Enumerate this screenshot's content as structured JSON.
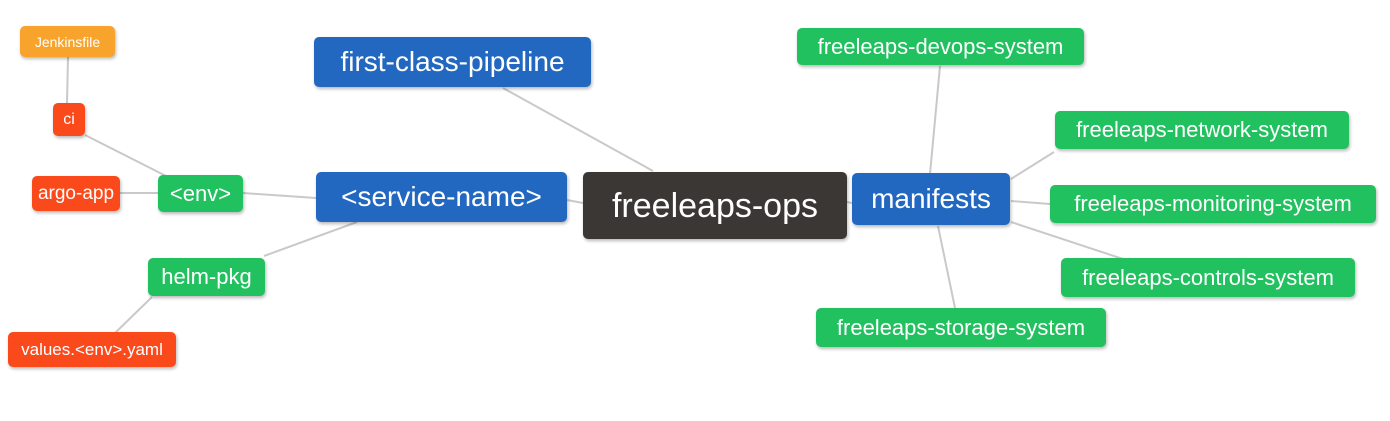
{
  "diagram": {
    "title": "freeleaps-ops mind map",
    "background_color": "#ffffff",
    "line_color": "#c9c9c9",
    "colors": {
      "blue": "#2368c0",
      "green": "#22c160",
      "red": "#fa4a1b",
      "amber": "#f8a42c",
      "dark": "#3b3734"
    },
    "nodes": [
      {
        "id": "freeleaps-ops",
        "label": "freeleaps-ops",
        "type": "dark"
      },
      {
        "id": "first-class-pipeline",
        "label": "first-class-pipeline",
        "type": "blue"
      },
      {
        "id": "service-name",
        "label": "<service-name>",
        "type": "blue"
      },
      {
        "id": "manifests",
        "label": "manifests",
        "type": "blue"
      },
      {
        "id": "env",
        "label": "<env>",
        "type": "green"
      },
      {
        "id": "helm-pkg",
        "label": "helm-pkg",
        "type": "green"
      },
      {
        "id": "ci",
        "label": "ci",
        "type": "red"
      },
      {
        "id": "argo-app",
        "label": "argo-app",
        "type": "red"
      },
      {
        "id": "jenkinsfile",
        "label": "Jenkinsfile",
        "type": "amber"
      },
      {
        "id": "values-env-yaml",
        "label": "values.<env>.yaml",
        "type": "red"
      },
      {
        "id": "freeleaps-devops-system",
        "label": "freeleaps-devops-system",
        "type": "green"
      },
      {
        "id": "freeleaps-network-system",
        "label": "freeleaps-network-system",
        "type": "green"
      },
      {
        "id": "freeleaps-monitoring-system",
        "label": "freeleaps-monitoring-system",
        "type": "green"
      },
      {
        "id": "freeleaps-controls-system",
        "label": "freeleaps-controls-system",
        "type": "green"
      },
      {
        "id": "freeleaps-storage-system",
        "label": "freeleaps-storage-system",
        "type": "green"
      }
    ],
    "edges": [
      [
        "jenkinsfile",
        "ci"
      ],
      [
        "ci",
        "env"
      ],
      [
        "argo-app",
        "env"
      ],
      [
        "env",
        "service-name"
      ],
      [
        "helm-pkg",
        "service-name"
      ],
      [
        "values-env-yaml",
        "helm-pkg"
      ],
      [
        "first-class-pipeline",
        "freeleaps-ops"
      ],
      [
        "service-name",
        "freeleaps-ops"
      ],
      [
        "freeleaps-ops",
        "manifests"
      ],
      [
        "manifests",
        "freeleaps-devops-system"
      ],
      [
        "manifests",
        "freeleaps-network-system"
      ],
      [
        "manifests",
        "freeleaps-monitoring-system"
      ],
      [
        "manifests",
        "freeleaps-controls-system"
      ],
      [
        "manifests",
        "freeleaps-storage-system"
      ]
    ]
  }
}
